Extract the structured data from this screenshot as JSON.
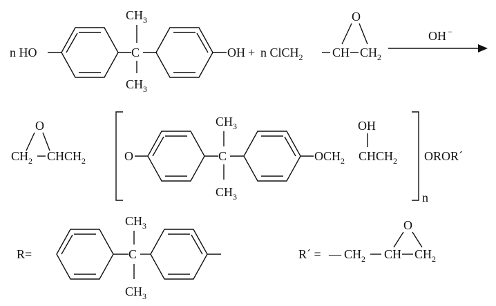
{
  "reaction": {
    "bisphenol_coeff": "n HO",
    "hydroxyl": "OH",
    "ch3": "CH",
    "sub3": "3",
    "sub2": "2",
    "plus": "+",
    "epi_coeff": "n ClCH",
    "ch": "CH",
    "oxygen": "O",
    "catalyst": "OH",
    "catalyst_charge": "−"
  },
  "product": {
    "epoxide_end": "CH",
    "linker": "CHCH",
    "ether_o": "O",
    "right_ether": "OCH",
    "hydroxyl": "OH",
    "chain": "CHCH",
    "repeat": "n",
    "terminal": "OROR´"
  },
  "definitions": {
    "r_label": "R=",
    "rprime_label": "R´ = ",
    "dash": "—",
    "ch2": "CH",
    "ch": "CH"
  }
}
